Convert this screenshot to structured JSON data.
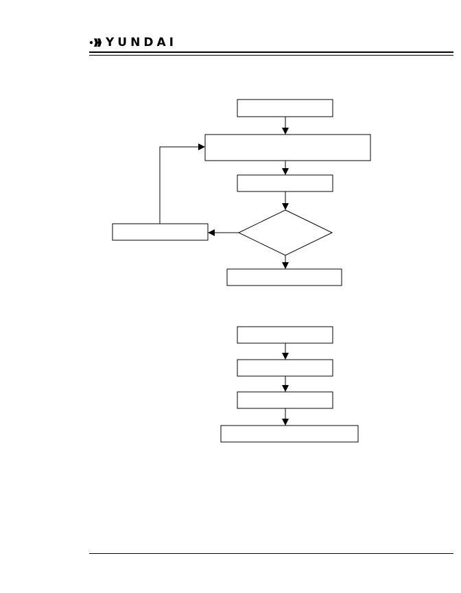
{
  "header": {
    "logo_text": "YUNDAI",
    "logo_alt": "HYUNDAI"
  },
  "diagram_top": {
    "nodes": [
      {
        "id": "top-box-1",
        "shape": "rect",
        "label": ""
      },
      {
        "id": "top-box-2",
        "shape": "rect",
        "label": ""
      },
      {
        "id": "top-box-3",
        "shape": "rect",
        "label": ""
      },
      {
        "id": "top-decision",
        "shape": "diamond",
        "label": ""
      },
      {
        "id": "top-side-box",
        "shape": "rect",
        "label": ""
      },
      {
        "id": "top-box-4",
        "shape": "rect",
        "label": ""
      }
    ],
    "edges": [
      {
        "from": "top-box-1",
        "to": "top-box-2"
      },
      {
        "from": "top-box-2",
        "to": "top-box-3"
      },
      {
        "from": "top-box-3",
        "to": "top-decision"
      },
      {
        "from": "top-decision",
        "to": "top-side-box"
      },
      {
        "from": "top-decision",
        "to": "top-box-4"
      },
      {
        "from": "top-side-box",
        "to": "top-box-2"
      }
    ]
  },
  "diagram_bottom": {
    "nodes": [
      {
        "id": "bottom-box-1",
        "shape": "rect",
        "label": ""
      },
      {
        "id": "bottom-box-2",
        "shape": "rect",
        "label": ""
      },
      {
        "id": "bottom-box-3",
        "shape": "rect",
        "label": ""
      },
      {
        "id": "bottom-box-4",
        "shape": "rect",
        "label": ""
      }
    ],
    "edges": [
      {
        "from": "bottom-box-1",
        "to": "bottom-box-2"
      },
      {
        "from": "bottom-box-2",
        "to": "bottom-box-3"
      },
      {
        "from": "bottom-box-3",
        "to": "bottom-box-4"
      }
    ]
  }
}
